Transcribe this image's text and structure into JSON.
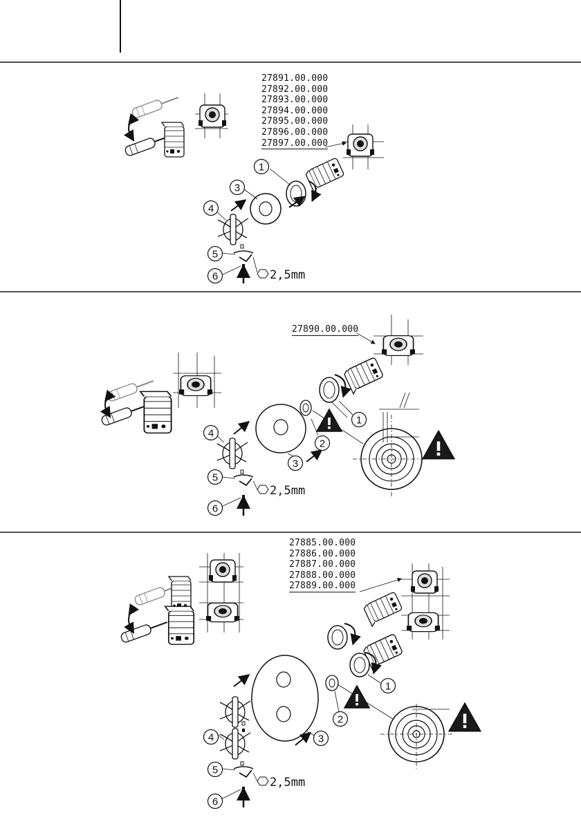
{
  "section1": {
    "codes": [
      "27891.00.000",
      "27892.00.000",
      "27893.00.000",
      "27894.00.000",
      "27895.00.000",
      "27896.00.000",
      "27897.00.000"
    ],
    "callouts": [
      "1",
      "3",
      "4",
      "5",
      "6"
    ],
    "hex_size": "2,5mm"
  },
  "section2": {
    "codes": [
      "27890.00.000"
    ],
    "callouts": [
      "1",
      "2",
      "3",
      "4",
      "5",
      "6"
    ],
    "hex_size": "2,5mm"
  },
  "section3": {
    "codes": [
      "27885.00.000",
      "27886.00.000",
      "27887.00.000",
      "27888.00.000",
      "27889.00.000"
    ],
    "callouts": [
      "1",
      "2",
      "3",
      "4",
      "5",
      "6"
    ],
    "hex_size": "2,5mm"
  },
  "warning_symbol": "!",
  "colors": {
    "line": "#111111",
    "warning_fill": "#1a1a1a"
  }
}
